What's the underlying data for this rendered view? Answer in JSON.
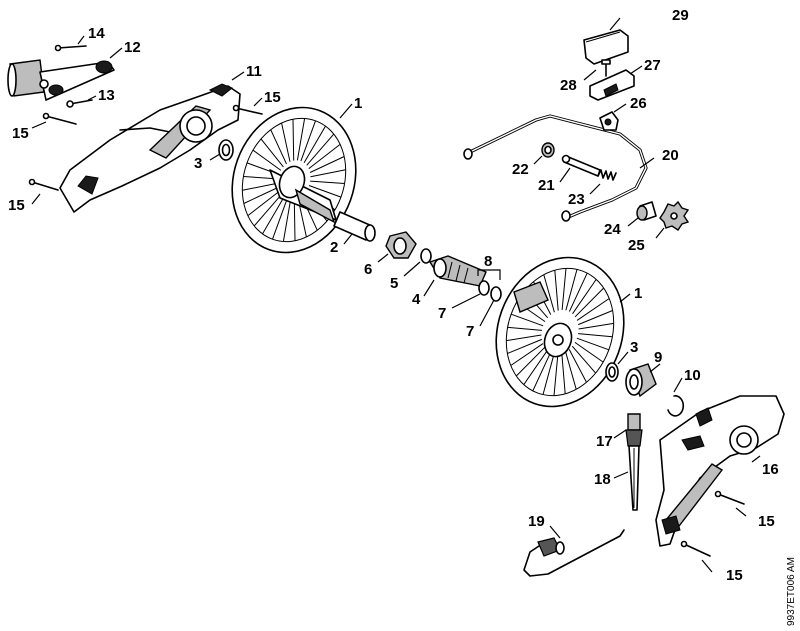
{
  "diagram_code": "9937ET006 AM",
  "labels": {
    "l14": "14",
    "l12": "12",
    "l13": "13",
    "l11": "11",
    "l15a": "15",
    "l15b": "15",
    "l15c": "15",
    "l1a": "1",
    "l3a": "3",
    "l2": "2",
    "l6": "6",
    "l5": "5",
    "l4": "4",
    "l8": "8",
    "l7a": "7",
    "l7b": "7",
    "l1b": "1",
    "l3b": "3",
    "l9": "9",
    "l10": "10",
    "l29": "29",
    "l28": "28",
    "l27": "27",
    "l26": "26",
    "l22": "22",
    "l21": "21",
    "l20": "20",
    "l23": "23",
    "l24": "24",
    "l25": "25",
    "l17": "17",
    "l16": "16",
    "l18": "18",
    "l19": "19",
    "l15d": "15",
    "l15e": "15"
  }
}
